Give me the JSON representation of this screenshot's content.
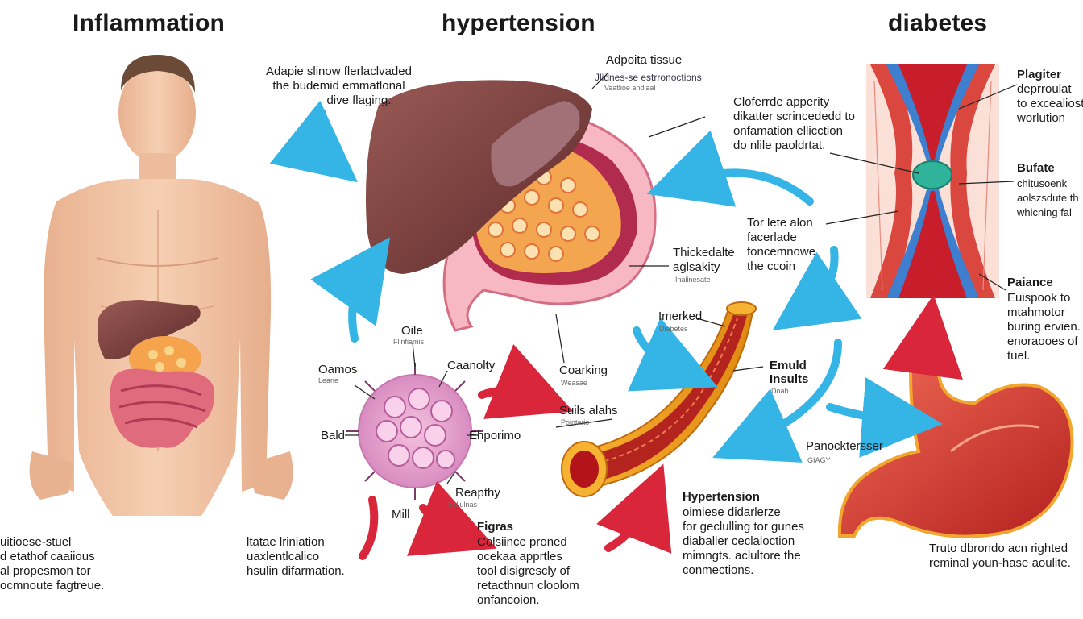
{
  "titles": {
    "inflammation": "Inflammation",
    "hypertension": "hypertension",
    "diabetes": "diabetes"
  },
  "left_notes": {
    "top": [
      "Adapie slinow flerlaclvaded",
      "the budemid emmatlonal",
      "dive flaging."
    ],
    "bottom_left": [
      "uitioese-stuel",
      "d etathof caaiious",
      "al propesmon tor",
      "ocmnoute fagtreue."
    ],
    "bottom_mid": [
      "ltatae lriniation",
      "uaxlentlcalico",
      "hsulin difarmation."
    ]
  },
  "liver": {
    "label": "Adpoita tissue",
    "sub1": "Jlidnes-se estrronoctions",
    "sub2": "Vaatlioe andiaal"
  },
  "cell": {
    "oile": "Oile",
    "oile_sub": "Flinfiamis",
    "oamos": "Oamos",
    "oamos_sub": "Leane",
    "caanolty": "Caanolty",
    "bald": "Bald",
    "ehporimo": "Ehporimo",
    "reapthy": "Reapthy",
    "reapthy_sub": "Indiulnas",
    "mill": "Mill"
  },
  "mid": {
    "thick1": "Thickedalte",
    "thick2": "aglsakity",
    "thick_sub": "Inalinesate",
    "coarking": "Coarking",
    "coarking_sub": "Weasae",
    "suils": "Suils alahs",
    "suils_sub": "Pointaris",
    "figras_title": "Figras",
    "figras": [
      "Colsiince proned",
      "ocekaa apprtles",
      "tool disigrescly of",
      "retacthnun cloolom",
      "onfancoion."
    ]
  },
  "right_mid": {
    "clof": [
      "Cloferrde apperity",
      "dikatter scrincededd to",
      "onfamation ellicction",
      "do nlile paoldrtat."
    ],
    "torle": [
      "Tor lete alon",
      "facerlade",
      "foncemnowe",
      "the ccoin"
    ],
    "imerked": "Imerked",
    "imerked_sub": "Diabetes",
    "emuld": "Emuld",
    "insults": "Insults",
    "insults_sub": "Doab",
    "hyp_title": "Hypertension",
    "hyp": [
      "oimiese didarlerze",
      "for geclulling tor gunes",
      "diaballer ceclaloction",
      "mimngts. aclultore the",
      "conmections."
    ]
  },
  "right": {
    "plagiter": "Plagiter",
    "plagiter_lines": [
      "deprroulat",
      "to excealiost",
      "worlution"
    ],
    "bufate": "Bufate",
    "bufate_lines": [
      "chitusoenk",
      "aolszsdute th",
      "whicning fal"
    ],
    "paiance": "Paiance",
    "paiance_lines": [
      "Euispook to",
      "mtahmotor",
      "buring ervien.",
      "enoraooes of",
      "tuel."
    ],
    "panoc": "Panocktersser",
    "panoc_sub": "GIAGY",
    "bottom": [
      "Truto dbrondo acn righted",
      "reminal youn-hase aoulite."
    ]
  },
  "colors": {
    "skin": "#f2c6a6",
    "liver": "#7a3b3a",
    "artery_red": "#c81e2c",
    "vessel_blue": "#3f7fd0",
    "arrow_blue": "#35b4e6",
    "arrow_red": "#d9263a",
    "stomach": "#d93a33",
    "fat_orange": "#f2a24a"
  }
}
